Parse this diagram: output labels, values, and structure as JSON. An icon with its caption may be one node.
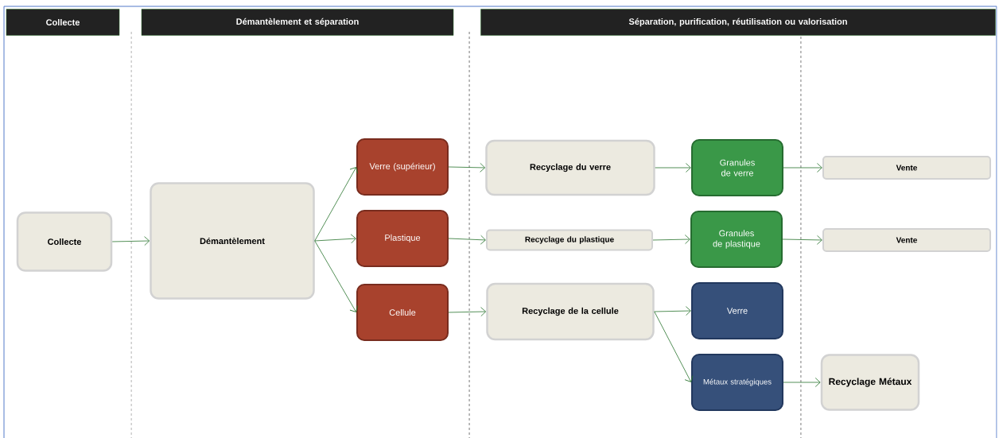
{
  "diagram": {
    "nodes": [
      {
        "text": [
          "Collecte"
        ]
      },
      {
        "text": [
          "Démantèlement et séparation"
        ]
      },
      {
        "text": [
          "Séparation, purification, réutilisation ou valorisation"
        ]
      },
      {
        "text": [
          "Collecte"
        ]
      },
      {
        "text": [
          "Démantèlement"
        ]
      },
      {
        "text": [
          "Verre (supérieur)"
        ]
      },
      {
        "text": [
          "Plastique"
        ]
      },
      {
        "text": [
          "Cellule"
        ]
      },
      {
        "text": [
          "Recyclage du verre"
        ]
      },
      {
        "text": [
          "Recyclage du plastique"
        ]
      },
      {
        "text": [
          "Recyclage de la cellule"
        ]
      },
      {
        "text": [
          "Granules de verre"
        ]
      },
      {
        "text": [
          "Granules de plastique"
        ]
      },
      {
        "text": [
          "Verre"
        ]
      },
      {
        "text": [
          "Métaux stratégiques"
        ]
      },
      {
        "text": [
          "Vente"
        ]
      },
      {
        "text": [
          "Vente"
        ]
      },
      {
        "text": [
          "Recyclage Métaux"
        ]
      }
    ],
    "edges": [
      {
        "from": 3,
        "to": 4,
        "arrow": "to"
      },
      {
        "from": 4,
        "to": 5,
        "arrow": "to"
      },
      {
        "from": 4,
        "to": 6,
        "arrow": "to"
      },
      {
        "from": 4,
        "to": 7,
        "arrow": "to"
      },
      {
        "from": 5,
        "to": 8,
        "arrow": "to"
      },
      {
        "from": 6,
        "to": 9,
        "arrow": "to"
      },
      {
        "from": 7,
        "to": 10,
        "arrow": "to"
      },
      {
        "from": 8,
        "to": 11,
        "arrow": "to"
      },
      {
        "from": 9,
        "to": 12,
        "arrow": "to"
      },
      {
        "from": 10,
        "to": 13,
        "arrow": "to"
      },
      {
        "from": 10,
        "to": 14,
        "arrow": "to"
      },
      {
        "from": 11,
        "to": 15,
        "arrow": "to"
      },
      {
        "from": 12,
        "to": 16,
        "arrow": "to"
      },
      {
        "from": 14,
        "to": 17,
        "arrow": "to"
      }
    ]
  }
}
